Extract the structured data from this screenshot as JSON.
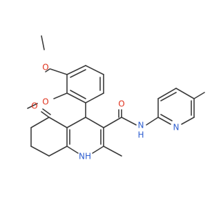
{
  "colors": {
    "bond": "#3a3a3a",
    "oxygen": "#e0321d",
    "nitrogen": "#2f5fd0",
    "background": "#ffffff"
  },
  "atoms": {
    "o_methoxy_top": "O",
    "o_methoxy_mid": "O",
    "o_carbonyl_amide": "O",
    "o_ketone": "O",
    "n_amide": "N",
    "h_amide": "H",
    "n_pyridine": "N",
    "nh_ring": "NH"
  }
}
